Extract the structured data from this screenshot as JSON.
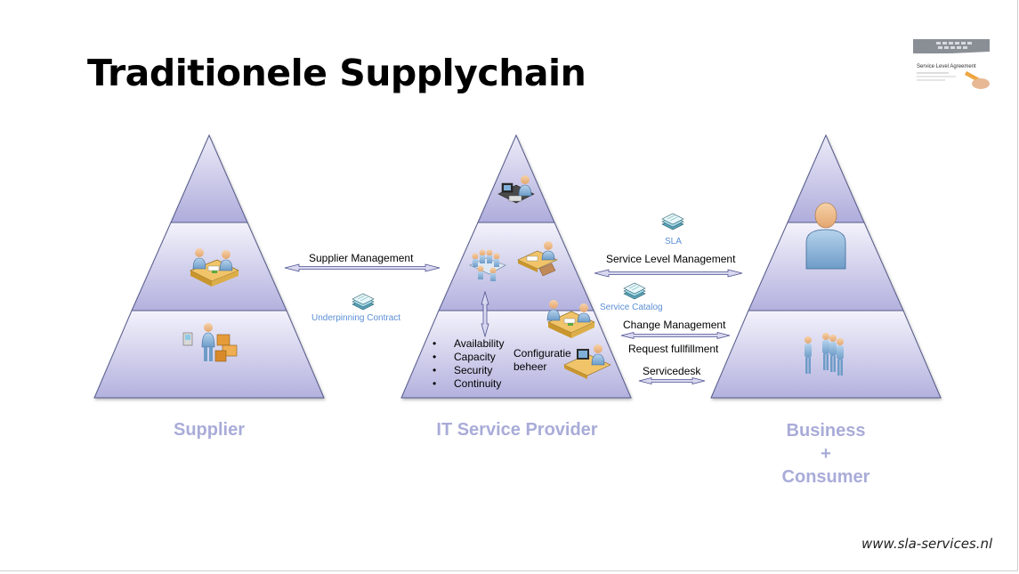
{
  "slide": {
    "title": "Traditionele Supplychain",
    "footer": "www.sla-services.nl"
  },
  "thumbnail": {
    "heading": "Service Level Agreement"
  },
  "pyramids": {
    "supplier": {
      "label": "Supplier"
    },
    "provider": {
      "label": "IT Service Provider"
    },
    "business": {
      "label_line1": "Business",
      "label_line2": "+",
      "label_line3": "Consumer"
    }
  },
  "connections": {
    "supplier_management": "Supplier Management",
    "underpinning_contract": "Underpinning Contract",
    "sla": "SLA",
    "service_level_management": "Service Level Management",
    "service_catalog": "Service Catalog",
    "change_management": "Change Management",
    "request_fulfillment": "Request fullfillment",
    "servicedesk": "Servicedesk"
  },
  "provider_details": {
    "bullets": [
      "Availability",
      "Capacity",
      "Security",
      "Continuity"
    ],
    "config_line1": "Configuratie",
    "config_line2": "beheer"
  },
  "colors": {
    "pyramid_light": "#e4e3f3",
    "pyramid_dark": "#b3b1de",
    "pyramid_stroke": "#555a8a",
    "role_label": "#a9acd8",
    "link_blue": "#5b8fd6",
    "arrow_fill": "#d9d8f0"
  },
  "icons": {
    "supplier": [
      "meeting-people-icon",
      "worker-boxes-icon"
    ],
    "provider": [
      "desk-worker-icon",
      "team-meeting-icon",
      "handshake-desk-icon",
      "desk-discussion-icon",
      "computer-user-icon"
    ],
    "business": [
      "user-bust-icon",
      "group-people-icon"
    ],
    "documents": [
      "sla-document-icon",
      "underpinning-contract-document-icon",
      "service-catalog-document-icon"
    ]
  }
}
